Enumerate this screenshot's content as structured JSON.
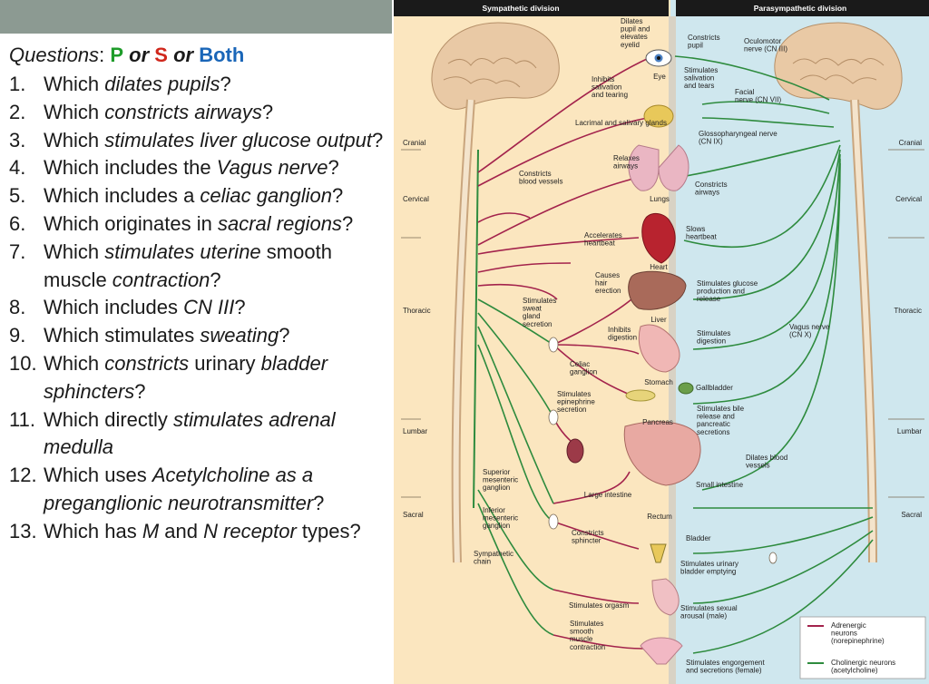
{
  "questions_header": {
    "prefix": "Questions",
    "colon": ":",
    "p": "P",
    "or1": "or",
    "s": "S",
    "or2": "or",
    "both": "Both"
  },
  "questions": [
    {
      "num": "1.",
      "parts": [
        {
          "t": "Which "
        },
        {
          "t": "dilates pupils",
          "i": true
        },
        {
          "t": "?"
        }
      ]
    },
    {
      "num": "2.",
      "parts": [
        {
          "t": "Which "
        },
        {
          "t": "constricts airways",
          "i": true
        },
        {
          "t": "?"
        }
      ]
    },
    {
      "num": "3.",
      "parts": [
        {
          "t": "Which "
        },
        {
          "t": "stimulates liver glucose output",
          "i": true
        },
        {
          "t": "?"
        }
      ]
    },
    {
      "num": "4.",
      "parts": [
        {
          "t": "Which includes the "
        },
        {
          "t": "Vagus nerve",
          "i": true
        },
        {
          "t": "?"
        }
      ]
    },
    {
      "num": "5.",
      "parts": [
        {
          "t": "Which includes a "
        },
        {
          "t": "celiac ganglion",
          "i": true
        },
        {
          "t": "?"
        }
      ]
    },
    {
      "num": "6.",
      "parts": [
        {
          "t": "Which originates in "
        },
        {
          "t": "sacral regions",
          "i": true
        },
        {
          "t": "?"
        }
      ]
    },
    {
      "num": "7.",
      "parts": [
        {
          "t": "Which "
        },
        {
          "t": "stimulates uterine",
          "i": true
        },
        {
          "t": " smooth muscle "
        },
        {
          "t": "contraction",
          "i": true
        },
        {
          "t": "?"
        }
      ]
    },
    {
      "num": "8.",
      "parts": [
        {
          "t": "Which includes "
        },
        {
          "t": "CN III",
          "i": true
        },
        {
          "t": "?"
        }
      ]
    },
    {
      "num": "9.",
      "parts": [
        {
          "t": "Which stimulates "
        },
        {
          "t": "sweating",
          "i": true
        },
        {
          "t": "?"
        }
      ]
    },
    {
      "num": "10.",
      "parts": [
        {
          "t": "Which "
        },
        {
          "t": "constricts",
          "i": true
        },
        {
          "t": " urinary "
        },
        {
          "t": "bladder sphincters",
          "i": true
        },
        {
          "t": "?"
        }
      ]
    },
    {
      "num": "11.",
      "parts": [
        {
          "t": "Which directly "
        },
        {
          "t": "stimulates adrenal medulla",
          "i": true
        }
      ]
    },
    {
      "num": "12.",
      "parts": [
        {
          "t": "Which uses "
        },
        {
          "t": "Acetylcholine as a preganglionic neurotransmitter",
          "i": true
        },
        {
          "t": "?"
        }
      ]
    },
    {
      "num": "13.",
      "parts": [
        {
          "t": "Which has "
        },
        {
          "t": "M",
          "i": true
        },
        {
          "t": " and "
        },
        {
          "t": "N receptor",
          "i": true
        },
        {
          "t": " types?"
        }
      ]
    }
  ],
  "diagram": {
    "sympathetic_title": "Sympathetic division",
    "parasympathetic_title": "Parasympathetic division",
    "colors": {
      "adrenergic": "#a3234c",
      "cholinergic": "#2e8b3e",
      "symp_bg": "#fbe6bf",
      "para_bg": "#cfe7ee",
      "header": "#1a1a1a",
      "divider": "#d8d2c4"
    },
    "regions_left": [
      {
        "label": "Cranial"
      },
      {
        "label": "Cervical"
      },
      {
        "label": "Thoracic"
      },
      {
        "label": "Lumbar"
      },
      {
        "label": "Sacral"
      }
    ],
    "regions_right": [
      {
        "label": "Cranial"
      },
      {
        "label": "Cervical"
      },
      {
        "label": "Thoracic"
      },
      {
        "label": "Lumbar"
      },
      {
        "label": "Sacral"
      }
    ],
    "organs": [
      {
        "label": "Eye"
      },
      {
        "label": "Lacrimal and salivary glands"
      },
      {
        "label": "Lungs"
      },
      {
        "label": "Heart"
      },
      {
        "label": "Liver"
      },
      {
        "label": "Stomach"
      },
      {
        "label": "Gallbladder"
      },
      {
        "label": "Pancreas"
      },
      {
        "label": "Small intestine"
      },
      {
        "label": "Large intestine"
      },
      {
        "label": "Rectum"
      },
      {
        "label": "Bladder"
      }
    ],
    "symp_effects": [
      {
        "lines": [
          "Dilates",
          "pupil and",
          "elevates",
          "eyelid"
        ]
      },
      {
        "lines": [
          "Inhibits",
          "salivation",
          "and tearing"
        ]
      },
      {
        "lines": [
          "Relaxes",
          "airways"
        ]
      },
      {
        "lines": [
          "Constricts",
          "blood vessels"
        ]
      },
      {
        "lines": [
          "Accelerates",
          "heartbeat"
        ]
      },
      {
        "lines": [
          "Causes",
          "hair",
          "erection"
        ]
      },
      {
        "lines": [
          "Stimulates",
          "sweat",
          "gland",
          "secretion"
        ]
      },
      {
        "lines": [
          "Inhibits",
          "digestion"
        ]
      },
      {
        "lines": [
          "Celiac",
          "ganglion"
        ]
      },
      {
        "lines": [
          "Stimulates",
          "epinephrine",
          "secretion"
        ]
      },
      {
        "lines": [
          "Superior",
          "mesenteric",
          "ganglion"
        ]
      },
      {
        "lines": [
          "Inferior",
          "mesenteric",
          "ganglion"
        ]
      },
      {
        "lines": [
          "Constricts",
          "sphincter"
        ]
      },
      {
        "lines": [
          "Sympathetic",
          "chain"
        ]
      },
      {
        "lines": [
          "Stimulates orgasm"
        ]
      },
      {
        "lines": [
          "Stimulates",
          "smooth",
          "muscle",
          "contraction"
        ]
      }
    ],
    "para_effects": [
      {
        "lines": [
          "Constricts",
          "pupil"
        ]
      },
      {
        "lines": [
          "Oculomotor",
          "nerve (CN III)"
        ]
      },
      {
        "lines": [
          "Stimulates",
          "salivation",
          "and tears"
        ]
      },
      {
        "lines": [
          "Facial",
          "nerve (CN VII)"
        ]
      },
      {
        "lines": [
          "Glossopharyngeal nerve",
          "(CN IX)"
        ]
      },
      {
        "lines": [
          "Constricts",
          "airways"
        ]
      },
      {
        "lines": [
          "Slows",
          "heartbeat"
        ]
      },
      {
        "lines": [
          "Stimulates glucose",
          "production and",
          "release"
        ]
      },
      {
        "lines": [
          "Vagus nerve",
          "(CN X)"
        ]
      },
      {
        "lines": [
          "Stimulates",
          "digestion"
        ]
      },
      {
        "lines": [
          "Stimulates bile",
          "release and",
          "pancreatic",
          "secretions"
        ]
      },
      {
        "lines": [
          "Dilates blood",
          "vessels"
        ]
      },
      {
        "lines": [
          "Stimulates urinary",
          "bladder emptying"
        ]
      },
      {
        "lines": [
          "Stimulates sexual",
          "arousal (male)"
        ]
      },
      {
        "lines": [
          "Stimulates engorgement",
          "and secretions (female)"
        ]
      }
    ],
    "legend": [
      {
        "lines": [
          "Adrenergic",
          "neurons",
          "(norepinephrine)"
        ]
      },
      {
        "lines": [
          "Cholinergic neurons",
          "(acetylcholine)"
        ]
      }
    ]
  }
}
